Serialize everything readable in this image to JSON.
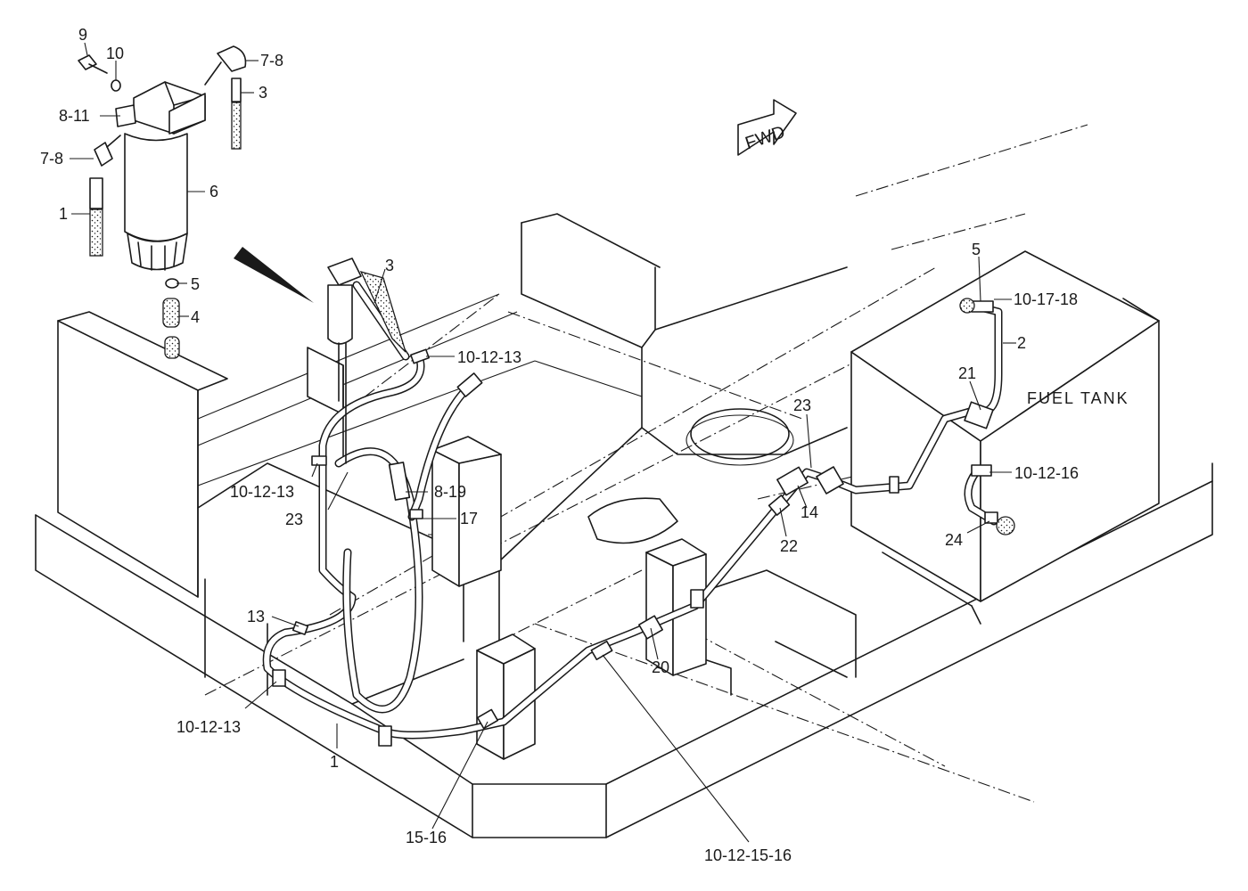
{
  "diagram": {
    "tank_label": "FUEL TANK",
    "direction_label": "FWD",
    "callouts": [
      {
        "id": "c-9",
        "text": "9"
      },
      {
        "id": "c-10",
        "text": "10"
      },
      {
        "id": "c-7-8-top",
        "text": "7-8"
      },
      {
        "id": "c-3-top",
        "text": "3"
      },
      {
        "id": "c-8-11",
        "text": "8-11"
      },
      {
        "id": "c-7-8-left",
        "text": "7-8"
      },
      {
        "id": "c-6",
        "text": "6"
      },
      {
        "id": "c-1-left",
        "text": "1"
      },
      {
        "id": "c-5-left",
        "text": "5"
      },
      {
        "id": "c-4",
        "text": "4"
      },
      {
        "id": "c-3-mid",
        "text": "3"
      },
      {
        "id": "c-10-12-13-a",
        "text": "10-12-13"
      },
      {
        "id": "c-10-12-13-b",
        "text": "10-12-13"
      },
      {
        "id": "c-23-left",
        "text": "23"
      },
      {
        "id": "c-8-19",
        "text": "8-19"
      },
      {
        "id": "c-17",
        "text": "17"
      },
      {
        "id": "c-13",
        "text": "13"
      },
      {
        "id": "c-10-12-13-c",
        "text": "10-12-13"
      },
      {
        "id": "c-1-bottom",
        "text": "1"
      },
      {
        "id": "c-15-16",
        "text": "15-16"
      },
      {
        "id": "c-10-12-15-16",
        "text": "10-12-15-16"
      },
      {
        "id": "c-20",
        "text": "20"
      },
      {
        "id": "c-22",
        "text": "22"
      },
      {
        "id": "c-14",
        "text": "14"
      },
      {
        "id": "c-23-right",
        "text": "23"
      },
      {
        "id": "c-5-right",
        "text": "5"
      },
      {
        "id": "c-10-17-18",
        "text": "10-17-18"
      },
      {
        "id": "c-2",
        "text": "2"
      },
      {
        "id": "c-21",
        "text": "21"
      },
      {
        "id": "c-10-12-16",
        "text": "10-12-16"
      },
      {
        "id": "c-24",
        "text": "24"
      }
    ]
  }
}
